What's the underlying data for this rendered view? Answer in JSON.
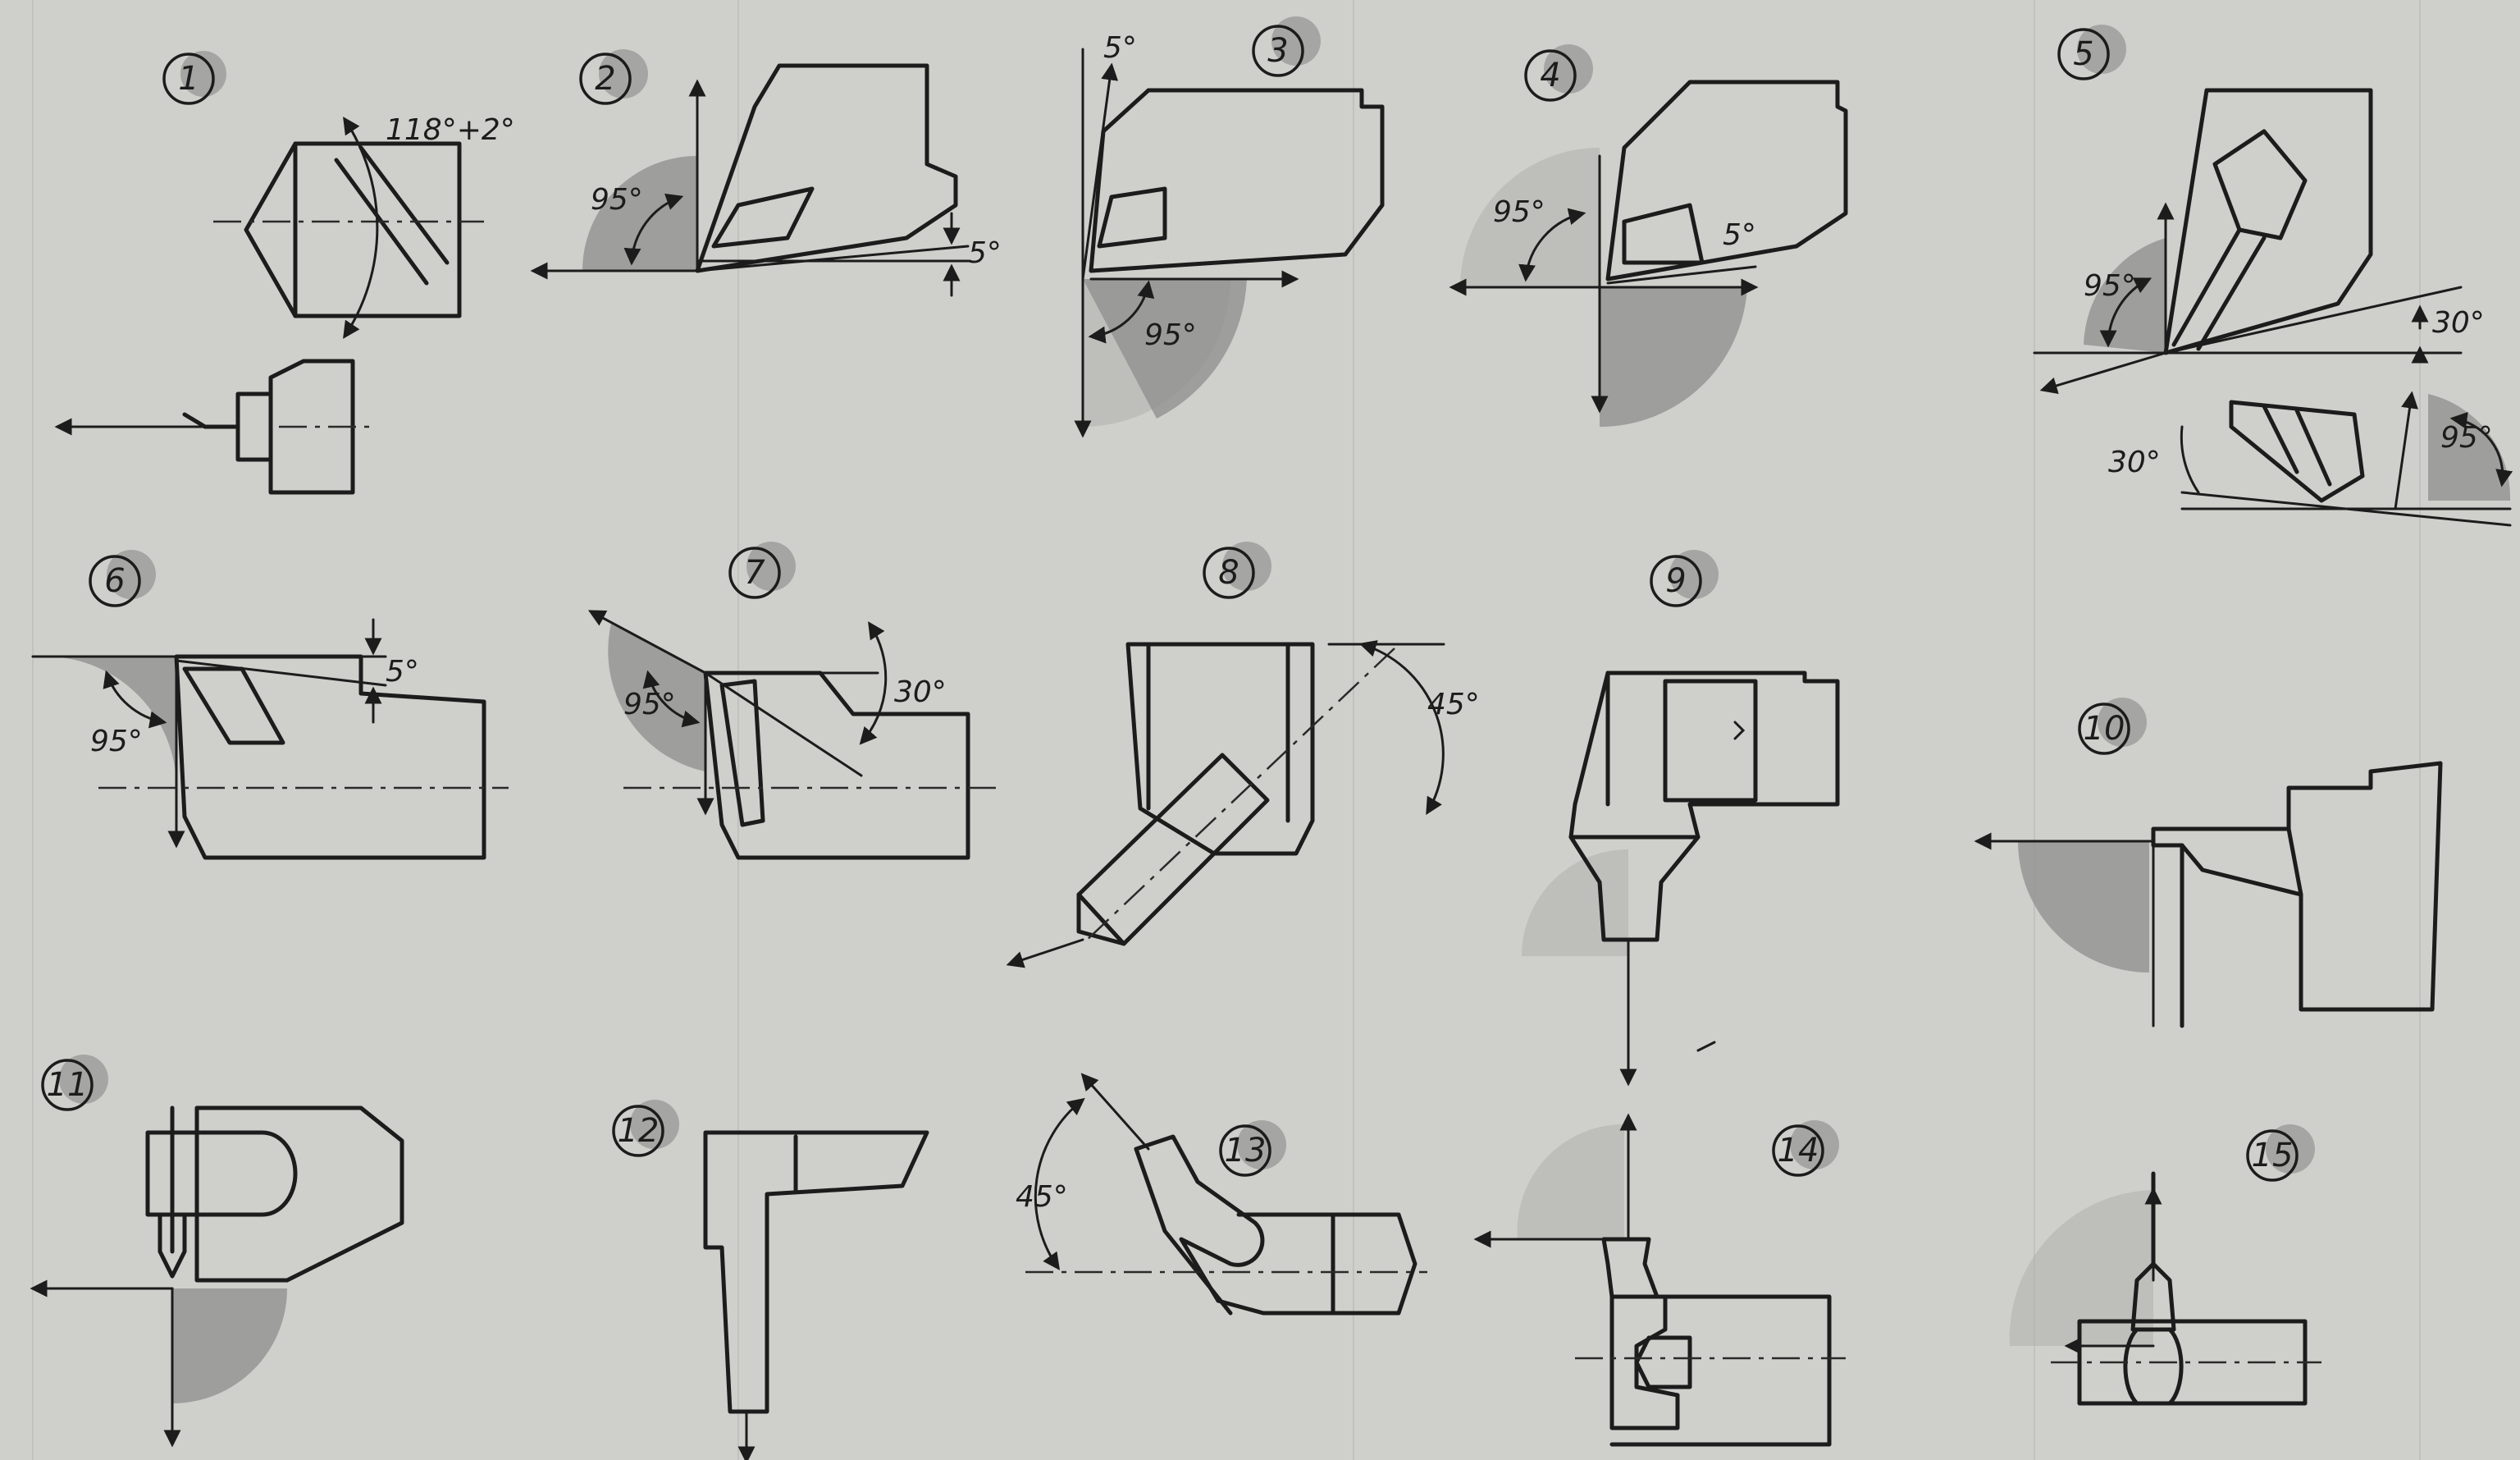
{
  "figures": [
    {
      "number": "1",
      "angles": [
        "118°+2°"
      ]
    },
    {
      "number": "2",
      "angles": [
        "95°",
        "5°"
      ]
    },
    {
      "number": "3",
      "angles": [
        "5°",
        "95°"
      ]
    },
    {
      "number": "4",
      "angles": [
        "95°",
        "5°"
      ]
    },
    {
      "number": "5",
      "angles": [
        "95°",
        "30°",
        "30°",
        "95°"
      ]
    },
    {
      "number": "6",
      "angles": [
        "95°",
        "5°"
      ]
    },
    {
      "number": "7",
      "angles": [
        "95°",
        "30°"
      ]
    },
    {
      "number": "8",
      "angles": [
        "45°"
      ]
    },
    {
      "number": "9",
      "angles": []
    },
    {
      "number": "10",
      "angles": []
    },
    {
      "number": "11",
      "angles": []
    },
    {
      "number": "12",
      "angles": []
    },
    {
      "number": "13",
      "angles": [
        "45°"
      ]
    },
    {
      "number": "14",
      "angles": []
    },
    {
      "number": "15",
      "angles": []
    }
  ],
  "colors": {
    "paper": "#cfcfcb",
    "line": "#1c1c1c",
    "shading": "#8e8e8e"
  }
}
